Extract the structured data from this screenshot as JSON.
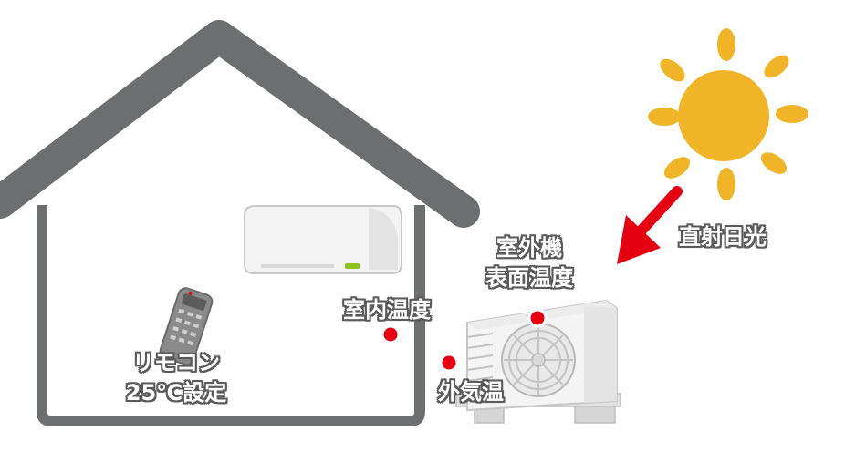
{
  "labels": {
    "remote_line1": "リモコン",
    "remote_line2": "25℃設定",
    "indoor_temp": "室内温度",
    "outdoor_unit_line1": "室外機",
    "outdoor_unit_line2": "表面温度",
    "outside_air_temp": "外気温",
    "direct_sunlight": "直射日光"
  },
  "colors": {
    "house_outline": "#6d6e70",
    "measurement_dot": "#e60012",
    "sun": "#f0b429",
    "arrow": "#e50012"
  }
}
